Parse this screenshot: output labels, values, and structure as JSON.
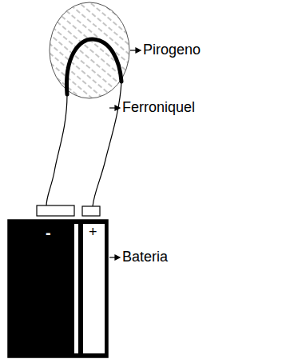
{
  "diagram": {
    "labels": [
      "Pirogeno",
      "Ferroniquel",
      "Bateria",
      "-",
      "+"
    ]
  }
}
